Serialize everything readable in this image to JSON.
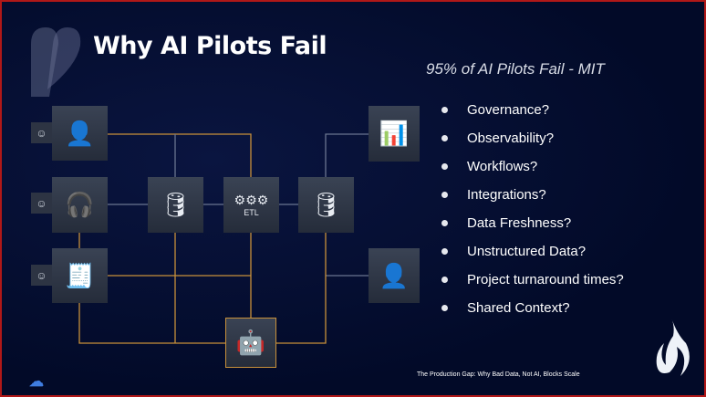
{
  "title": "Why AI Pilots Fail",
  "subtitle": "95% of AI Pilots Fail - MIT",
  "bullets": [
    "Governance?",
    "Observability?",
    "Workflows?",
    "Integrations?",
    "Data Freshness?",
    "Unstructured Data?",
    "Project turnaround times?",
    "Shared Context?"
  ],
  "diagram": {
    "etl_label": "ETL"
  },
  "footer": "The Production Gap: Why Bad Data, Not AI, Blocks Scale",
  "colors": {
    "background": "#020b2b",
    "accent_line": "#c8903a",
    "border": "#b01818"
  }
}
